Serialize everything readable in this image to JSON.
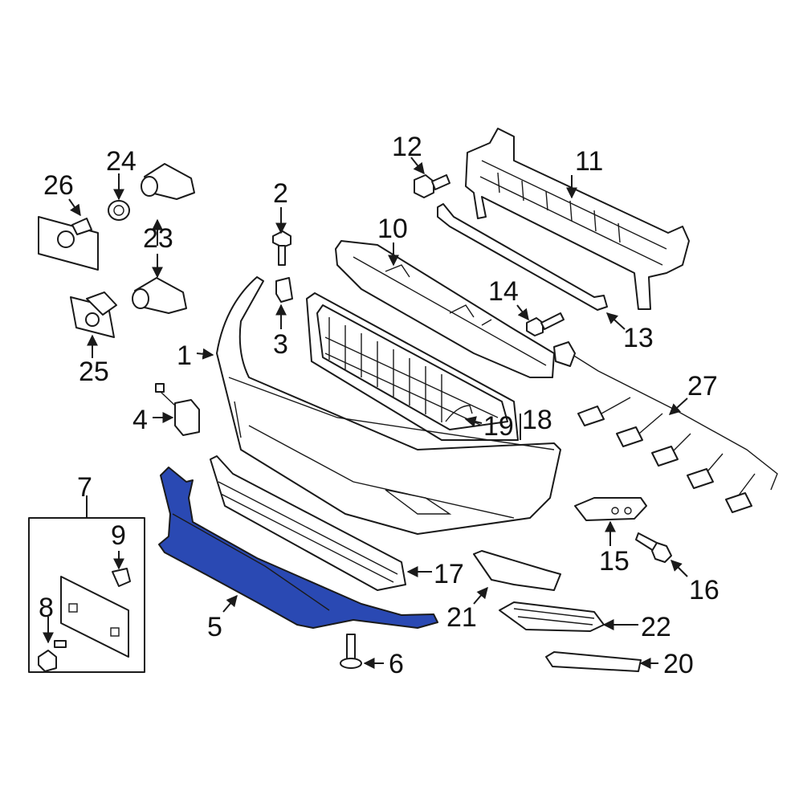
{
  "diagram": {
    "highlight_color": "#2a49b3",
    "outline_color": "#1a1a1a",
    "highlighted_part": "5",
    "callouts": [
      "1",
      "2",
      "3",
      "4",
      "5",
      "6",
      "7",
      "8",
      "9",
      "10",
      "11",
      "12",
      "13",
      "14",
      "15",
      "16",
      "17",
      "18",
      "19",
      "20",
      "21",
      "22",
      "23",
      "24",
      "25",
      "26",
      "27"
    ]
  }
}
